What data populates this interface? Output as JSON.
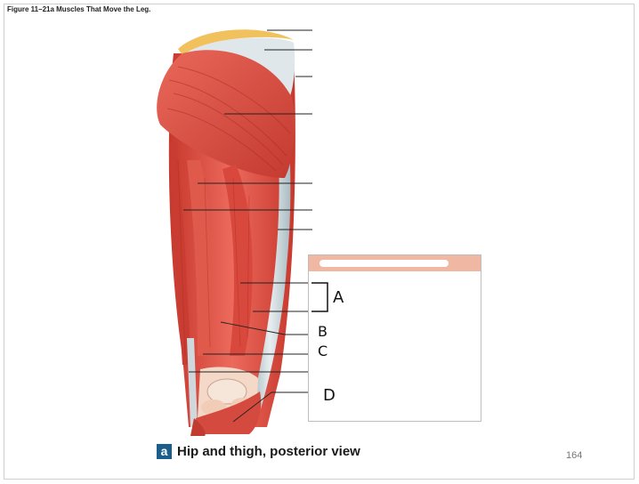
{
  "figure": {
    "title": "Figure 11–21a Muscles That Move the Leg.",
    "caption_badge": "a",
    "caption": "Hip and thigh, posterior view",
    "page_number": "164"
  },
  "handwritten_labels": {
    "a": "A",
    "b": "B",
    "c": "C",
    "d": "D"
  },
  "colors": {
    "muscle": "#e0574a",
    "muscle_dark": "#b8342a",
    "tendon": "#cfd8dc",
    "fat_cap": "#f1c15d",
    "caption_badge": "#1b5e8c",
    "answer_header": "#f0b7a3"
  }
}
